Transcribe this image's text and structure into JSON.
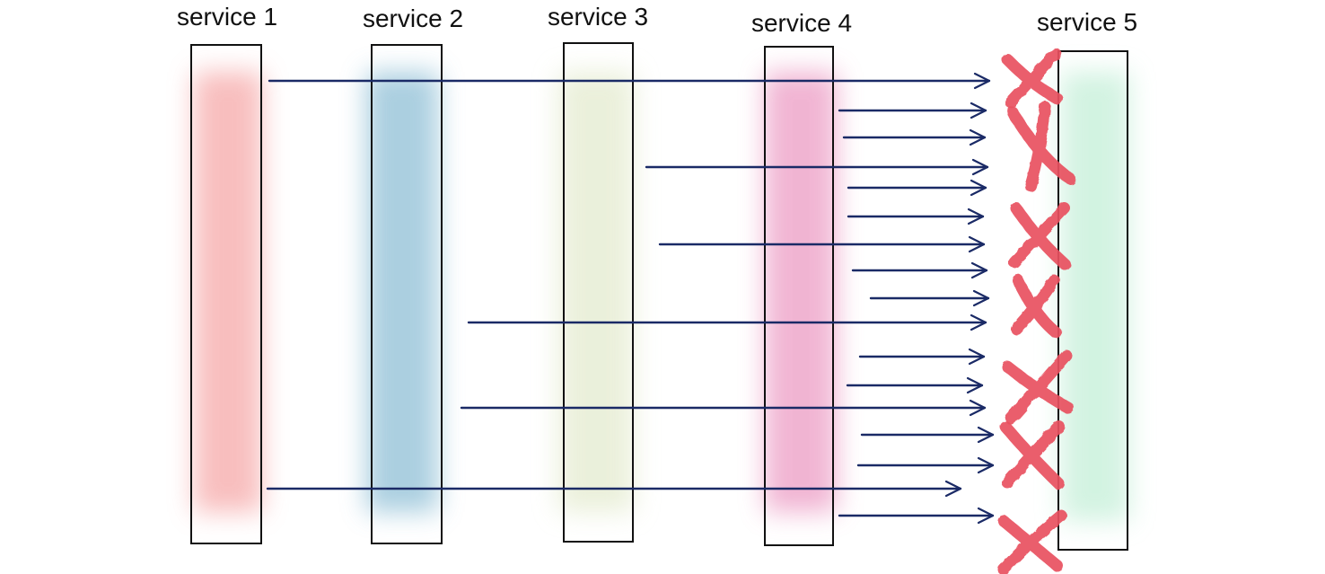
{
  "services": [
    {
      "label": "service 1",
      "color": "#f6a9a9"
    },
    {
      "label": "service 2",
      "color": "#8fbfd6"
    },
    {
      "label": "service 3",
      "color": "#e4ebcf"
    },
    {
      "label": "service 4",
      "color": "#ec9bc4"
    },
    {
      "label": "service 5",
      "color": "#c4efd8"
    }
  ],
  "colors": {
    "arrow": "#1a2a66",
    "failure_mark": "#e8505f",
    "box_outline": "#111111"
  },
  "arrows": [
    {
      "from": "service 1",
      "to": "service 5",
      "failed": true
    },
    {
      "from": "service 4",
      "to": "service 5",
      "failed": true
    },
    {
      "from": "service 4",
      "to": "service 5",
      "failed": true
    },
    {
      "from": "service 3",
      "to": "service 5",
      "failed": true
    },
    {
      "from": "service 4",
      "to": "service 5",
      "failed": true
    },
    {
      "from": "service 4",
      "to": "service 5",
      "failed": true
    },
    {
      "from": "service 3",
      "to": "service 5",
      "failed": true
    },
    {
      "from": "service 4",
      "to": "service 5",
      "failed": true
    },
    {
      "from": "service 4",
      "to": "service 5",
      "failed": true
    },
    {
      "from": "service 2",
      "to": "service 5",
      "failed": true
    },
    {
      "from": "service 4",
      "to": "service 5",
      "failed": true
    },
    {
      "from": "service 4",
      "to": "service 5",
      "failed": true
    },
    {
      "from": "service 2",
      "to": "service 5",
      "failed": true
    },
    {
      "from": "service 4",
      "to": "service 5",
      "failed": true
    },
    {
      "from": "service 4",
      "to": "service 5",
      "failed": true
    },
    {
      "from": "service 1",
      "to": "service 5",
      "failed": true
    },
    {
      "from": "service 4",
      "to": "service 5",
      "failed": true
    }
  ],
  "failure_marks": [
    {
      "name": "x-mark-1"
    },
    {
      "name": "x-mark-2"
    },
    {
      "name": "x-mark-3"
    },
    {
      "name": "x-mark-4"
    },
    {
      "name": "x-mark-5"
    },
    {
      "name": "x-mark-6"
    },
    {
      "name": "x-mark-7"
    }
  ]
}
